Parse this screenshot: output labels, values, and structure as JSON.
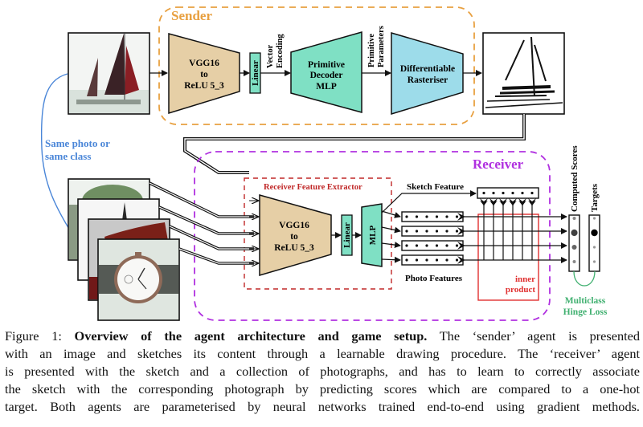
{
  "diagram": {
    "sender": {
      "title": "Sender",
      "color": "#e8a040",
      "encoder_lines": [
        "VGG16",
        "to",
        "ReLU 5_3"
      ],
      "linear_label": "Linear",
      "vector_encoding_lines": [
        "Vector",
        "Encoding"
      ],
      "decoder_lines": [
        "Primitive",
        "Decoder",
        "MLP"
      ],
      "primitive_params_lines": [
        "Primitive",
        "Parameters"
      ],
      "rasteriser_lines": [
        "Differentiable",
        "Rasteriser"
      ]
    },
    "input_image": "sailboat-photo",
    "output_sketch": "sailboat-sketch",
    "link_label_lines": [
      "Same photo or",
      "same class"
    ],
    "link_color": "#4a86d8",
    "photo_collection": [
      "tree-photo",
      "sailboat-photo",
      "dark-red-object-photo",
      "watch-photo"
    ],
    "receiver": {
      "title": "Receiver",
      "color": "#b030e0",
      "extractor_title": "Receiver Feature Extractor",
      "extractor_color": "#c02828",
      "encoder_lines": [
        "VGG16",
        "to",
        "ReLU 5_3"
      ],
      "linear_label": "Linear",
      "mlp_label": "MLP",
      "sketch_feature_label": "Sketch Feature",
      "photo_features_label": "Photo Features",
      "inner_product_lines": [
        "inner",
        "product"
      ],
      "inner_product_color": "#e03030"
    },
    "computed_scores_label": "Computed Scores",
    "targets_label": "Targets",
    "computed_scores": [
      0.15,
      0.95,
      0.55,
      0.15
    ],
    "targets": [
      0,
      1,
      0,
      0
    ],
    "loss_label_lines": [
      "Multiclass",
      "Hinge Loss"
    ],
    "loss_color": "#40b070"
  },
  "caption": {
    "prefix": "Figure 1: ",
    "bold": "Overview of the agent architecture and game setup.",
    "lines": [
      " The ‘sender’ agent is presented",
      "with an image and sketches its content through a learnable drawing procedure. The ‘receiver’ agent",
      "is presented with the sketch and a collection of photographs, and has to learn to correctly associate",
      "the sketch with the corresponding photograph by predicting scores which are compared to a one-hot",
      "target. Both agents are parameterised by neural networks trained end-to-end using gradient methods."
    ]
  }
}
